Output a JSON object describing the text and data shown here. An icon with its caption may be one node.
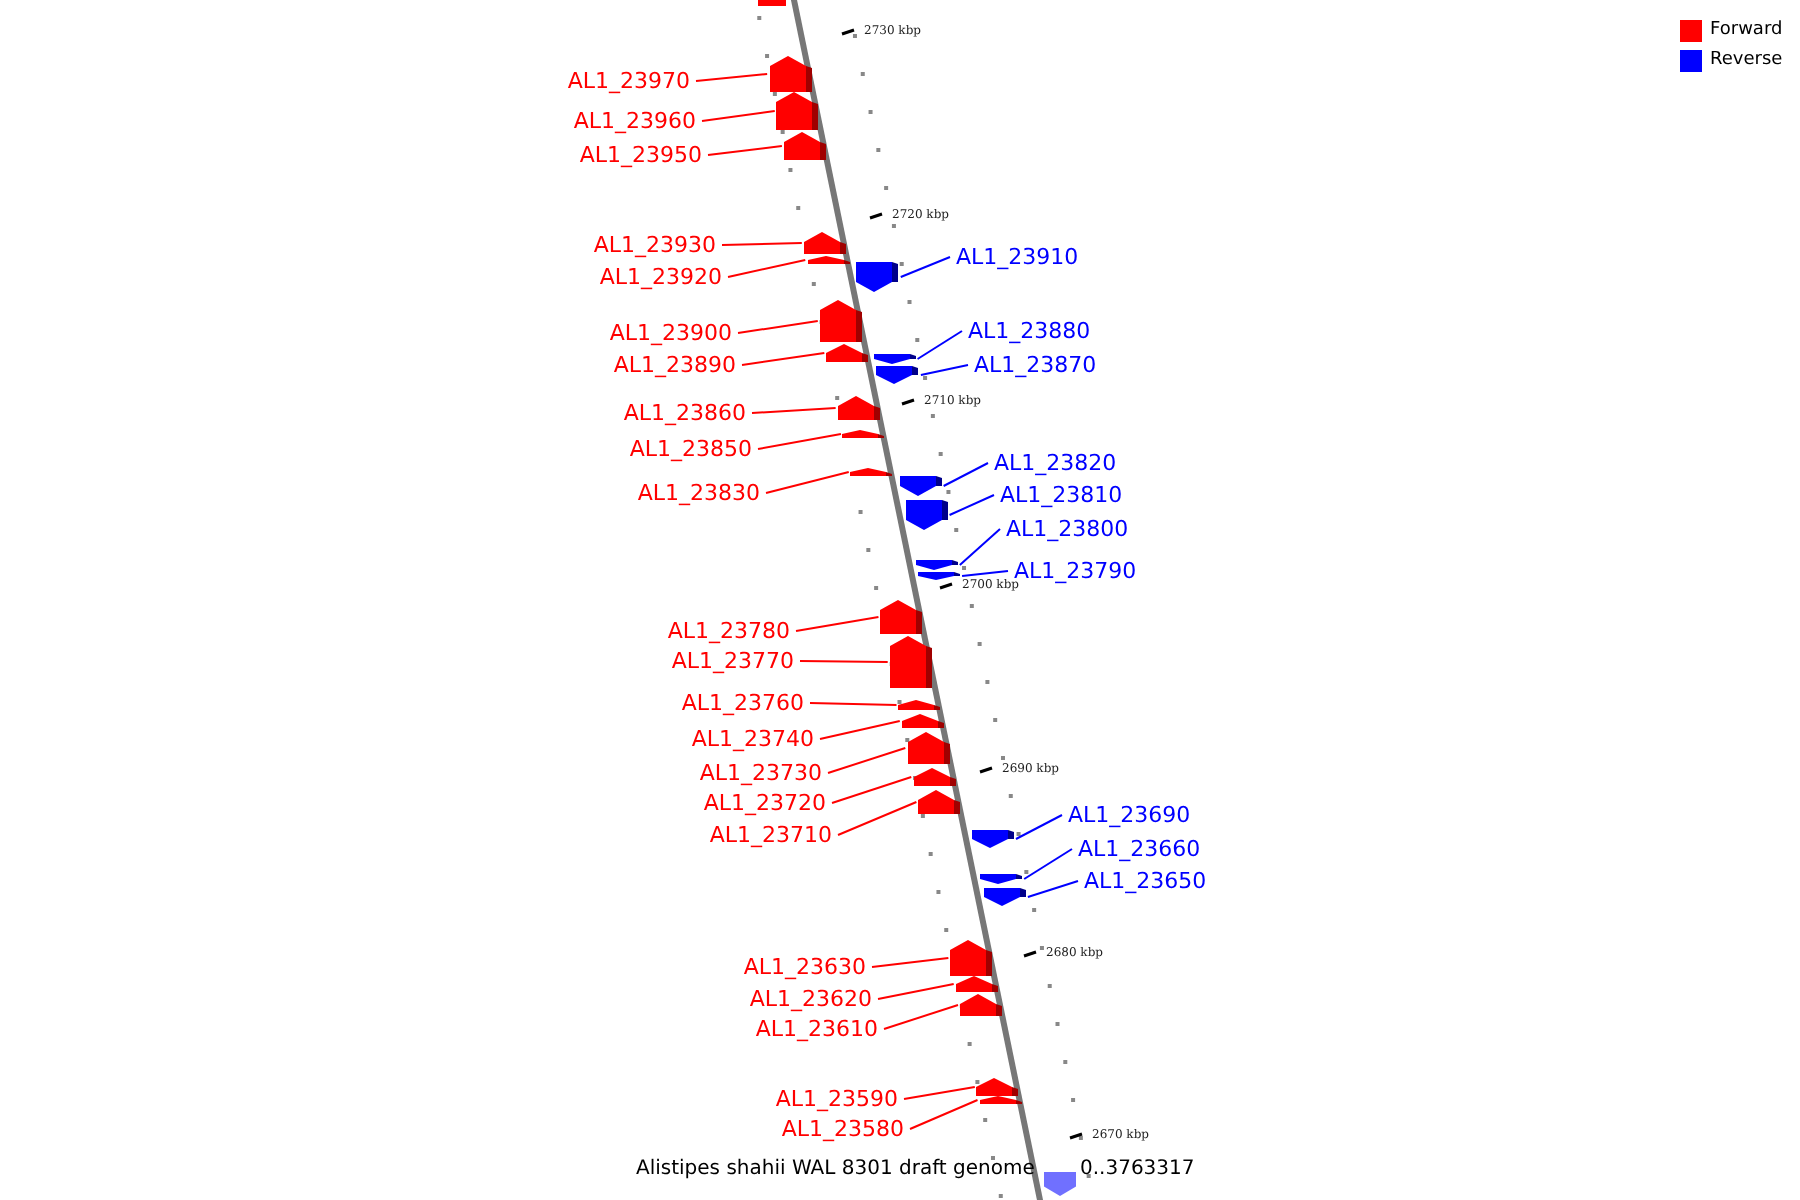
{
  "diagram": {
    "nodes": [
      {
        "text": [
          "AL1_23970"
        ]
      },
      {
        "text": [],
        "shape": "box"
      },
      {
        "text": [
          "AL1_23960"
        ]
      },
      {
        "text": [],
        "shape": "box"
      },
      {
        "text": [
          "AL1_23950"
        ]
      },
      {
        "text": [],
        "shape": "box"
      },
      {
        "text": [
          "AL1_23930"
        ]
      },
      {
        "text": [],
        "shape": "box"
      },
      {
        "text": [
          "AL1_23920"
        ]
      },
      {
        "text": [],
        "shape": "box"
      },
      {
        "text": [
          "AL1_23910"
        ]
      },
      {
        "text": [],
        "shape": "box"
      },
      {
        "text": [
          "AL1_23900"
        ]
      },
      {
        "text": [],
        "shape": "box"
      },
      {
        "text": [
          "AL1_23890"
        ]
      },
      {
        "text": [],
        "shape": "box"
      },
      {
        "text": [
          "AL1_23880"
        ]
      },
      {
        "text": [],
        "shape": "box"
      },
      {
        "text": [
          "AL1_23870"
        ]
      },
      {
        "text": [],
        "shape": "box"
      },
      {
        "text": [
          "AL1_23860"
        ]
      },
      {
        "text": [],
        "shape": "box"
      },
      {
        "text": [
          "AL1_23850"
        ]
      },
      {
        "text": [],
        "shape": "box"
      },
      {
        "text": [
          "AL1_23830"
        ]
      },
      {
        "text": [],
        "shape": "box"
      },
      {
        "text": [
          "AL1_23820"
        ]
      },
      {
        "text": [],
        "shape": "box"
      },
      {
        "text": [
          "AL1_23810"
        ]
      },
      {
        "text": [],
        "shape": "box"
      },
      {
        "text": [
          "AL1_23800"
        ]
      },
      {
        "text": [],
        "shape": "box"
      },
      {
        "text": [
          "AL1_23790"
        ]
      },
      {
        "text": [],
        "shape": "box"
      },
      {
        "text": [
          "AL1_23780"
        ]
      },
      {
        "text": [],
        "shape": "box"
      },
      {
        "text": [
          "AL1_23770"
        ]
      },
      {
        "text": [],
        "shape": "box"
      },
      {
        "text": [
          "AL1_23760"
        ]
      },
      {
        "text": [],
        "shape": "box"
      },
      {
        "text": [
          "AL1_23740"
        ]
      },
      {
        "text": [],
        "shape": "box"
      },
      {
        "text": [
          "AL1_23730"
        ]
      },
      {
        "text": [],
        "shape": "box"
      },
      {
        "text": [
          "AL1_23720"
        ]
      },
      {
        "text": [],
        "shape": "box"
      },
      {
        "text": [
          "AL1_23710"
        ]
      },
      {
        "text": [],
        "shape": "box"
      },
      {
        "text": [
          "AL1_23690"
        ]
      },
      {
        "text": [],
        "shape": "box"
      },
      {
        "text": [
          "AL1_23660"
        ]
      },
      {
        "text": [],
        "shape": "box"
      },
      {
        "text": [
          "AL1_23650"
        ]
      },
      {
        "text": [],
        "shape": "box"
      },
      {
        "text": [
          "AL1_23630"
        ]
      },
      {
        "text": [],
        "shape": "box"
      },
      {
        "text": [
          "AL1_23620"
        ]
      },
      {
        "text": [],
        "shape": "box"
      },
      {
        "text": [
          "AL1_23610"
        ]
      },
      {
        "text": [],
        "shape": "box"
      },
      {
        "text": [
          "AL1_23590"
        ]
      },
      {
        "text": [],
        "shape": "box"
      },
      {
        "text": [
          "AL1_23580"
        ]
      },
      {
        "text": [],
        "shape": "box"
      }
    ],
    "edges": [
      {
        "from": 0,
        "to": 1,
        "arrow": "none"
      },
      {
        "from": 2,
        "to": 3,
        "arrow": "none"
      },
      {
        "from": 4,
        "to": 5,
        "arrow": "none"
      },
      {
        "from": 6,
        "to": 7,
        "arrow": "none"
      },
      {
        "from": 8,
        "to": 9,
        "arrow": "none"
      },
      {
        "from": 10,
        "to": 11,
        "arrow": "none",
        "color": "#0000ff"
      },
      {
        "from": 12,
        "to": 13,
        "arrow": "none"
      },
      {
        "from": 14,
        "to": 15,
        "arrow": "none"
      },
      {
        "from": 16,
        "to": 17,
        "arrow": "none",
        "color": "#0000ff"
      },
      {
        "from": 18,
        "to": 19,
        "arrow": "none",
        "color": "#0000ff"
      },
      {
        "from": 20,
        "to": 21,
        "arrow": "none"
      },
      {
        "from": 22,
        "to": 23,
        "arrow": "none"
      },
      {
        "from": 24,
        "to": 25,
        "arrow": "none"
      },
      {
        "from": 26,
        "to": 27,
        "arrow": "none",
        "color": "#0000ff"
      },
      {
        "from": 28,
        "to": 29,
        "arrow": "none",
        "color": "#0000ff"
      },
      {
        "from": 30,
        "to": 31,
        "arrow": "none",
        "color": "#0000ff"
      },
      {
        "from": 32,
        "to": 33,
        "arrow": "none",
        "color": "#0000ff"
      },
      {
        "from": 34,
        "to": 35,
        "arrow": "none"
      },
      {
        "from": 36,
        "to": 37,
        "arrow": "none"
      },
      {
        "from": 38,
        "to": 39,
        "arrow": "none"
      },
      {
        "from": 40,
        "to": 41,
        "arrow": "none"
      },
      {
        "from": 42,
        "to": 43,
        "arrow": "none"
      },
      {
        "from": 44,
        "to": 45,
        "arrow": "none"
      },
      {
        "from": 46,
        "to": 47,
        "arrow": "none"
      },
      {
        "from": 48,
        "to": 49,
        "arrow": "none",
        "color": "#0000ff"
      },
      {
        "from": 50,
        "to": 51,
        "arrow": "none",
        "color": "#0000ff"
      },
      {
        "from": 52,
        "to": 53,
        "arrow": "none",
        "color": "#0000ff"
      },
      {
        "from": 54,
        "to": 55,
        "arrow": "none"
      },
      {
        "from": 56,
        "to": 57,
        "arrow": "none"
      },
      {
        "from": 58,
        "to": 59,
        "arrow": "none"
      },
      {
        "from": 60,
        "to": 61,
        "arrow": "none"
      },
      {
        "from": 62,
        "to": 63,
        "arrow": "none"
      }
    ],
    "labels": [
      "2730 kbp",
      "2720 kbp",
      "2710 kbp",
      "2700 kbp",
      "2690 kbp",
      "2680 kbp",
      "2670 kbp",
      "Alistipes shahii WAL 8301 draft genome",
      "0..3763317"
    ],
    "legend": [
      {
        "text": "Forward",
        "color": "#ff0000"
      },
      {
        "text": "Reverse",
        "color": "#0000ff"
      }
    ]
  }
}
